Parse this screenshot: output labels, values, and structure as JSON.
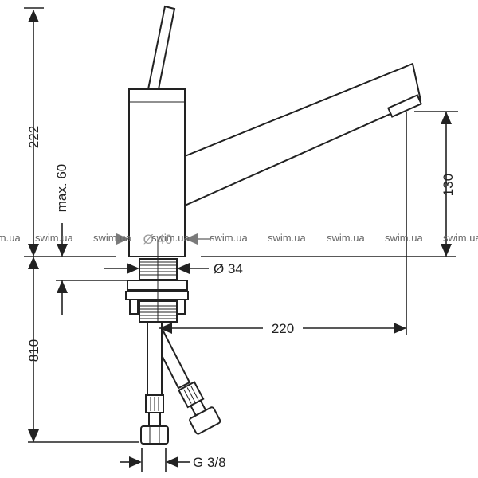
{
  "dimensions": {
    "height_total": "222",
    "max_deck": "max. 60",
    "spout_height": "130",
    "body_diameter": "Ø 40",
    "shank_diameter": "Ø 34",
    "spout_reach": "220",
    "hose_length": "810",
    "connection": "G 3/8"
  },
  "watermark": [
    "swim.ua",
    "swim.ua",
    "swim.ua",
    "swim.ua",
    "swim.ua",
    "swim.ua",
    "swim.ua",
    "swim.ua",
    "swim.ua"
  ]
}
